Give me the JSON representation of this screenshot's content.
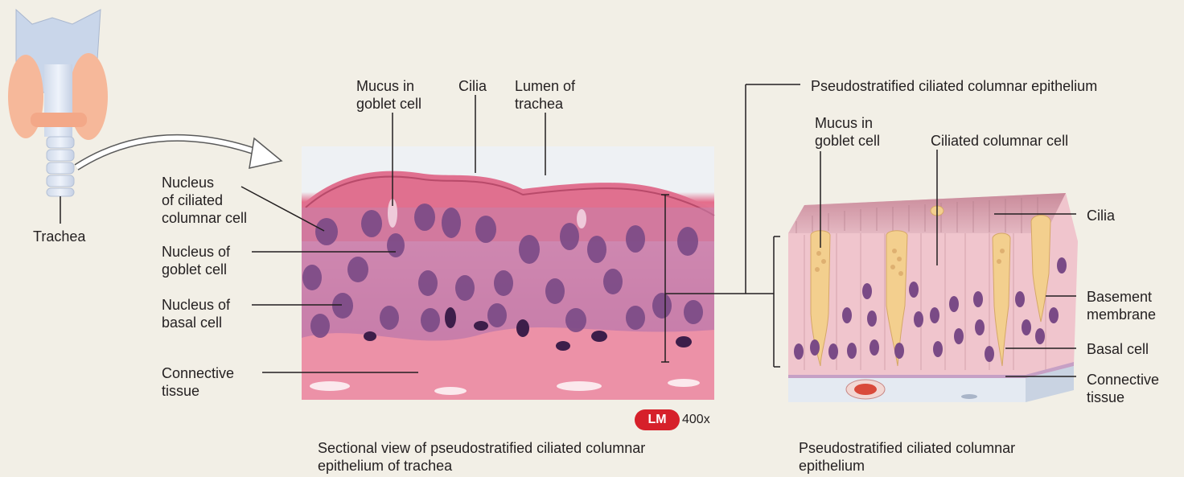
{
  "labels": {
    "trachea": "Trachea",
    "nucleus_ciliated": "Nucleus\nof ciliated\ncolumnar cell",
    "nucleus_goblet": "Nucleus of\ngoblet cell",
    "nucleus_basal": "Nucleus of\nbasal cell",
    "connective_left": "Connective\ntissue",
    "mucus_left": "Mucus in\ngoblet cell",
    "cilia_top": "Cilia",
    "lumen": "Lumen of\ntrachea",
    "lm": "LM",
    "magnification": "400x",
    "caption_left": "Sectional view of pseudostratified ciliated columnar\nepithelium of trachea",
    "pseudo_header": "Pseudostratified ciliated columnar epithelium",
    "mucus_right": "Mucus in\ngoblet cell",
    "ciliated_cell": "Ciliated columnar cell",
    "cilia_right": "Cilia",
    "basement": "Basement\nmembrane",
    "basal_cell": "Basal cell",
    "connective_right": "Connective\ntissue",
    "caption_right": "Pseudostratified ciliated columnar\nepithelium"
  },
  "colors": {
    "background": "#f2efe6",
    "micrograph_pink": "#e0708f",
    "nucleus_purple": "#7a4a86",
    "lm_badge": "#d6202a",
    "goblet": "#f3cf8e",
    "column_cell": "#f0c5cd"
  }
}
